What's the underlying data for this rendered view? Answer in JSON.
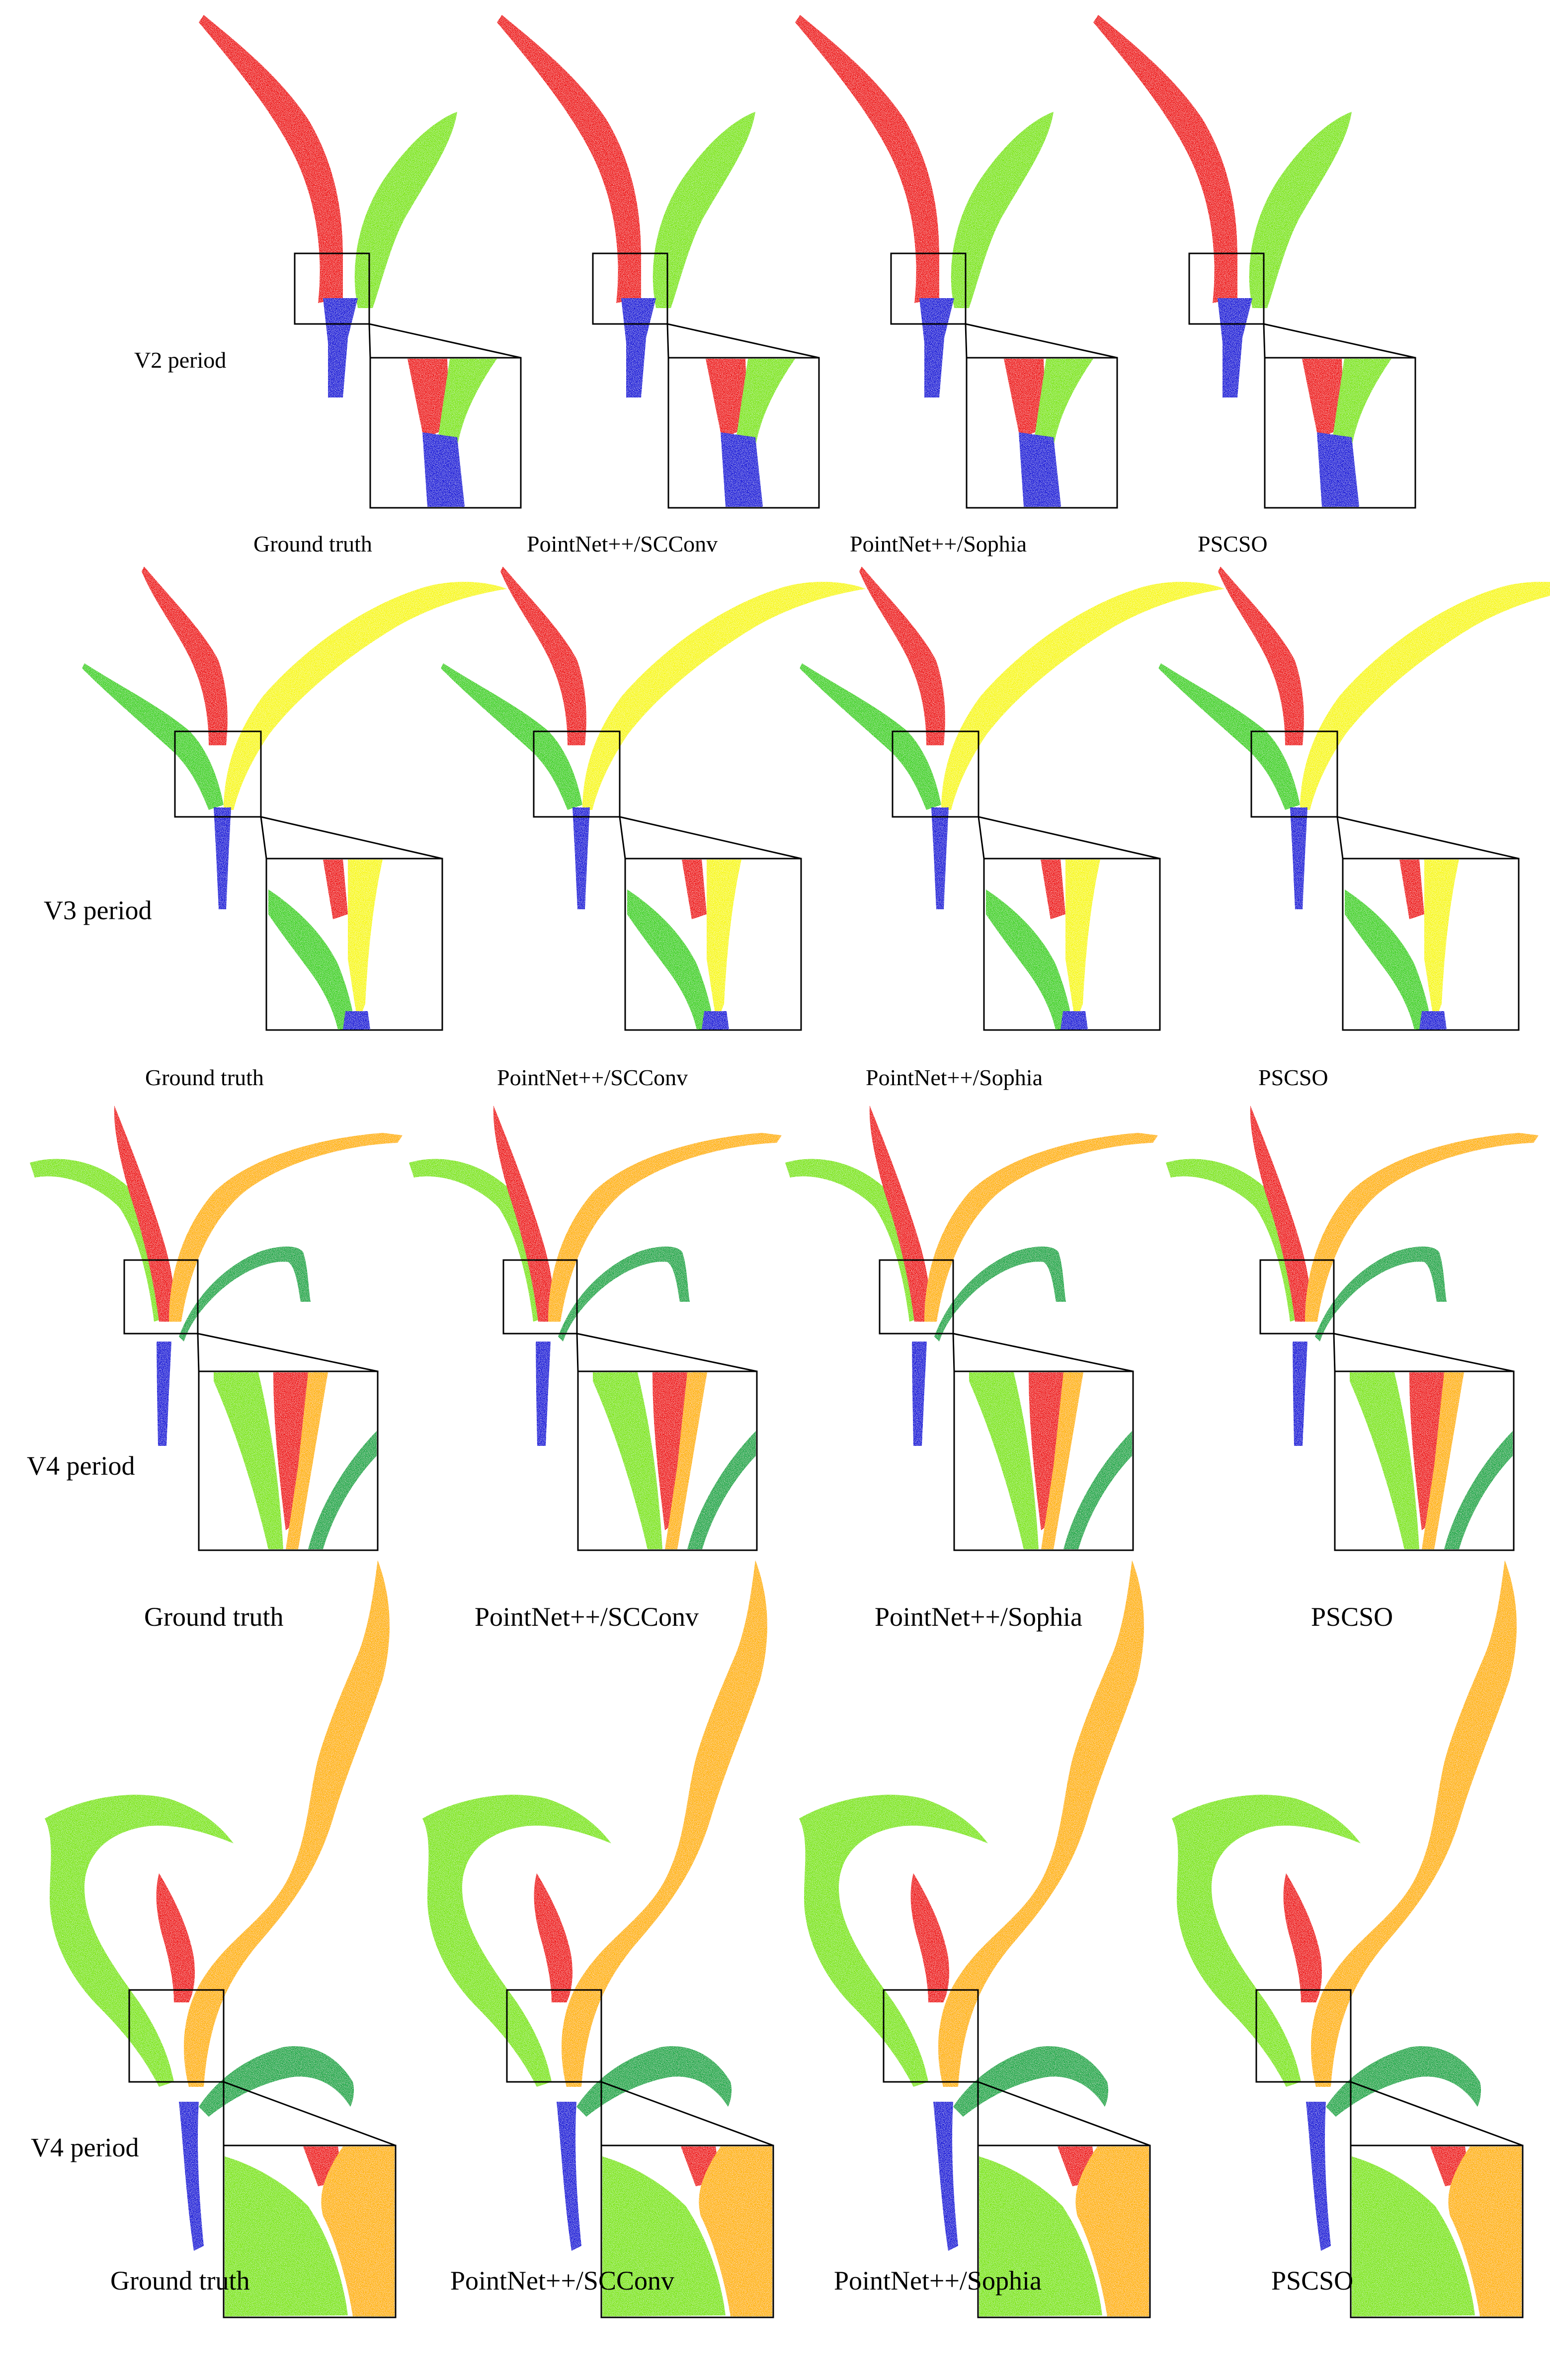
{
  "figure": {
    "colors": {
      "stem": "#0a10d8",
      "leaf_red": "#ee0a0a",
      "leaf_lime": "#7ee60a",
      "leaf_green": "#3ed21e",
      "leaf_yellow": "#f8f80a",
      "leaf_orange": "#ffb400",
      "leaf_darkgreen": "#14a844"
    },
    "rows": [
      {
        "period_label": "V2 period",
        "method_labels": [
          "Ground truth",
          "PointNet++/SCConv",
          "PointNet++/Sophia",
          "PSCSO"
        ]
      },
      {
        "period_label": "V3 period",
        "method_labels": [
          "Ground truth",
          "PointNet++/SCConv",
          "PointNet++/Sophia",
          "PSCSO"
        ]
      },
      {
        "period_label": "V4 period",
        "method_labels": [
          "Ground truth",
          "PointNet++/SCConv",
          "PointNet++/Sophia",
          "PSCSO"
        ]
      },
      {
        "period_label": "V4 period",
        "method_labels": [
          "Ground truth",
          "PointNet++/SCConv",
          "PointNet++/Sophia",
          "PSCSO"
        ]
      }
    ]
  }
}
